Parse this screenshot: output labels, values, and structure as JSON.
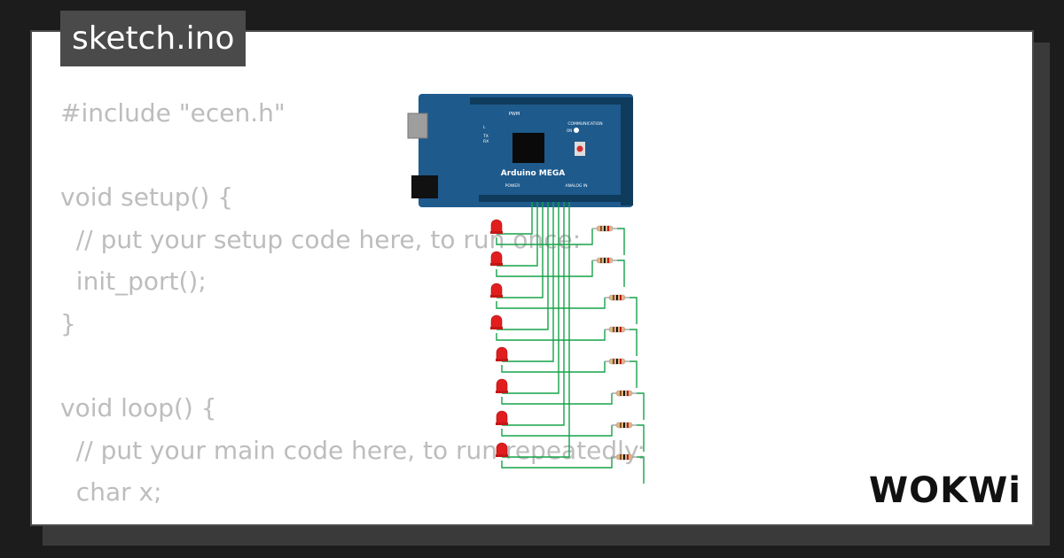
{
  "header": {
    "title": "sketch.ino"
  },
  "code": {
    "lines": [
      "#include \"ecen.h\"",
      "",
      "void setup() {",
      "  // put your setup code here, to run once:",
      "  init_port();",
      "}",
      "",
      "void loop() {",
      "  // put your main code here, to run repeatedly:",
      "  char x;"
    ]
  },
  "board": {
    "name": "Arduino MEGA",
    "labels": {
      "pwm": "PWM",
      "communication": "COMMUNICATION",
      "power": "POWER",
      "analog_in": "ANALOG IN",
      "tx": "TX",
      "rx": "RX",
      "l": "L",
      "on": "ON"
    }
  },
  "circuit": {
    "led_count": 8,
    "resistor_count": 8
  },
  "brand": {
    "logo": "WOKWi"
  },
  "colors": {
    "board": "#1e5a8c",
    "wire": "#16a34a",
    "led": "#e11d1d",
    "badge": "#4a4a4a"
  }
}
